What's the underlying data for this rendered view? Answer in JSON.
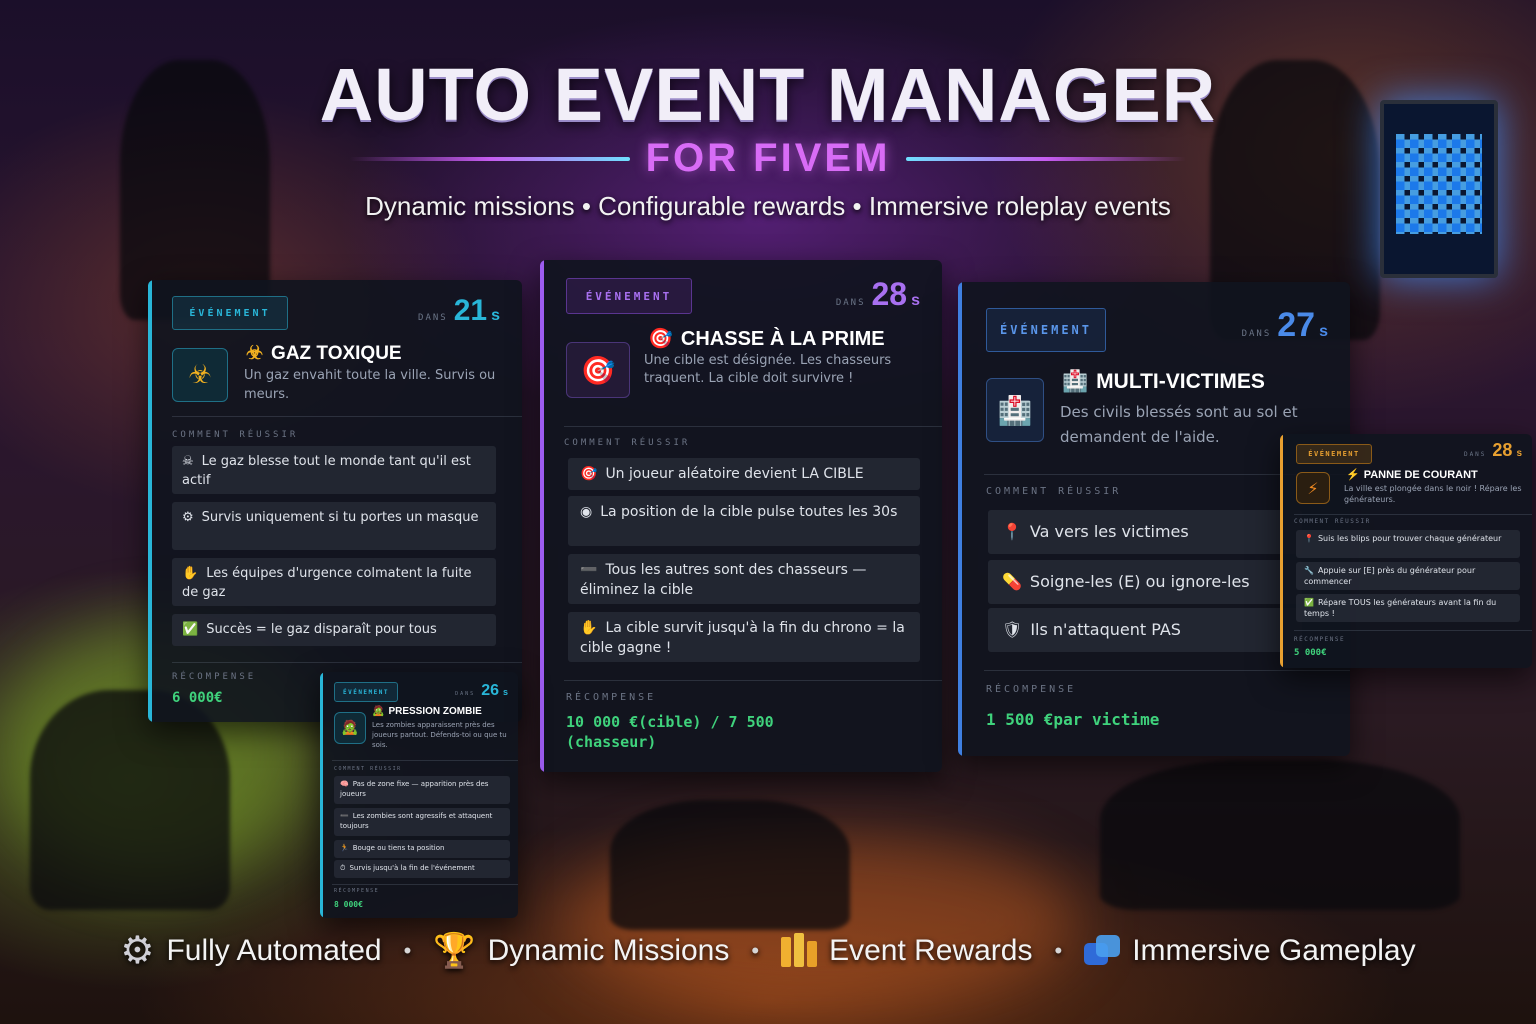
{
  "header": {
    "title": "AUTO EVENT MANAGER",
    "subtitle": "FOR FIVEM",
    "tagline": "Dynamic missions • Configurable rewards • Immersive roleplay events"
  },
  "common": {
    "badge": "ÉVÉNEMENT",
    "dans": "DANS",
    "unit": "s",
    "how_label": "COMMENT RÉUSSIR",
    "reward_label": "RÉCOMPENSE"
  },
  "cards": {
    "gaz": {
      "timer": "21",
      "icon": "biohazard-icon",
      "title_emoji": "☣",
      "title": "GAZ TOXIQUE",
      "desc": "Un gaz envahit toute la ville. Survis ou meurs.",
      "steps": [
        {
          "icon": "☠",
          "text": "Le gaz blesse tout le monde tant qu'il est actif"
        },
        {
          "icon": "⚙",
          "text": "Survis uniquement si tu portes un masque"
        },
        {
          "icon": "✋",
          "text": "Les équipes d'urgence colmatent la fuite de gaz"
        },
        {
          "icon": "✅",
          "text": "Succès = le gaz disparaît pour tous"
        }
      ],
      "reward": "6 000€",
      "color": "#29b6d8"
    },
    "chasse": {
      "timer": "28",
      "icon": "target-icon",
      "title_emoji": "🎯",
      "title": "CHASSE À LA PRIME",
      "desc": "Une cible est désignée. Les chasseurs traquent. La cible doit survivre !",
      "steps": [
        {
          "icon": "🎯",
          "text": "Un joueur aléatoire devient LA CIBLE"
        },
        {
          "icon": "◉",
          "text": "La position de la cible pulse toutes les 30s"
        },
        {
          "icon": "➖",
          "text": "Tous les autres sont des chasseurs — éliminez la cible"
        },
        {
          "icon": "✋",
          "text": "La cible survit jusqu'à la fin du chrono = la cible gagne !"
        }
      ],
      "reward": "10 000 €(cible) / 7 500 (chasseur)",
      "color": "#9d5cf0"
    },
    "multi": {
      "timer": "27",
      "icon": "medical-icon",
      "title_emoji": "🏥",
      "title": "MULTI-VICTIMES",
      "desc": "Des civils blessés sont au sol et demandent de l'aide.",
      "steps": [
        {
          "icon": "📍",
          "text": "Va vers les victimes"
        },
        {
          "icon": "💊",
          "text": "Soigne-les (E) ou ignore-les"
        },
        {
          "icon": "🛡",
          "text": "Ils n'attaquent PAS"
        }
      ],
      "reward": "1 500 €par victime",
      "color": "#3f7fe0"
    },
    "zombie": {
      "timer": "26",
      "icon": "zombie-icon",
      "title_emoji": "🧟",
      "title": "PRESSION ZOMBIE",
      "desc": "Les zombies apparaissent près des joueurs partout. Défends-toi ou que tu sois.",
      "steps": [
        {
          "icon": "🧠",
          "text": "Pas de zone fixe — apparition près des joueurs"
        },
        {
          "icon": "➖",
          "text": "Les zombies sont agressifs et attaquent toujours"
        },
        {
          "icon": "🏃",
          "text": "Bouge ou tiens ta position"
        },
        {
          "icon": "⏱",
          "text": "Survis jusqu'à la fin de l'événement"
        }
      ],
      "reward": "8 000€",
      "color": "#29b6d8"
    },
    "panne": {
      "timer": "28",
      "icon": "lightning-icon",
      "title_emoji": "⚡",
      "title": "PANNE DE COURANT",
      "desc": "La ville est plongée dans le noir ! Répare les générateurs.",
      "steps": [
        {
          "icon": "📍",
          "text": "Suis les blips pour trouver chaque générateur"
        },
        {
          "icon": "🔧",
          "text": "Appuie sur [E] près du générateur pour commencer"
        },
        {
          "icon": "✅",
          "text": "Répare TOUS les générateurs avant la fin du temps !"
        }
      ],
      "reward": "5 000€",
      "color": "#e8a030"
    }
  },
  "footer": {
    "items": [
      {
        "icon": "gear-icon",
        "label": "Fully Automated"
      },
      {
        "icon": "trophy-icon",
        "label": "Dynamic Missions"
      },
      {
        "icon": "rewards-icon",
        "label": "Event Rewards"
      },
      {
        "icon": "gameplay-icon",
        "label": "Immersive Gameplay"
      }
    ],
    "separator": "•"
  }
}
